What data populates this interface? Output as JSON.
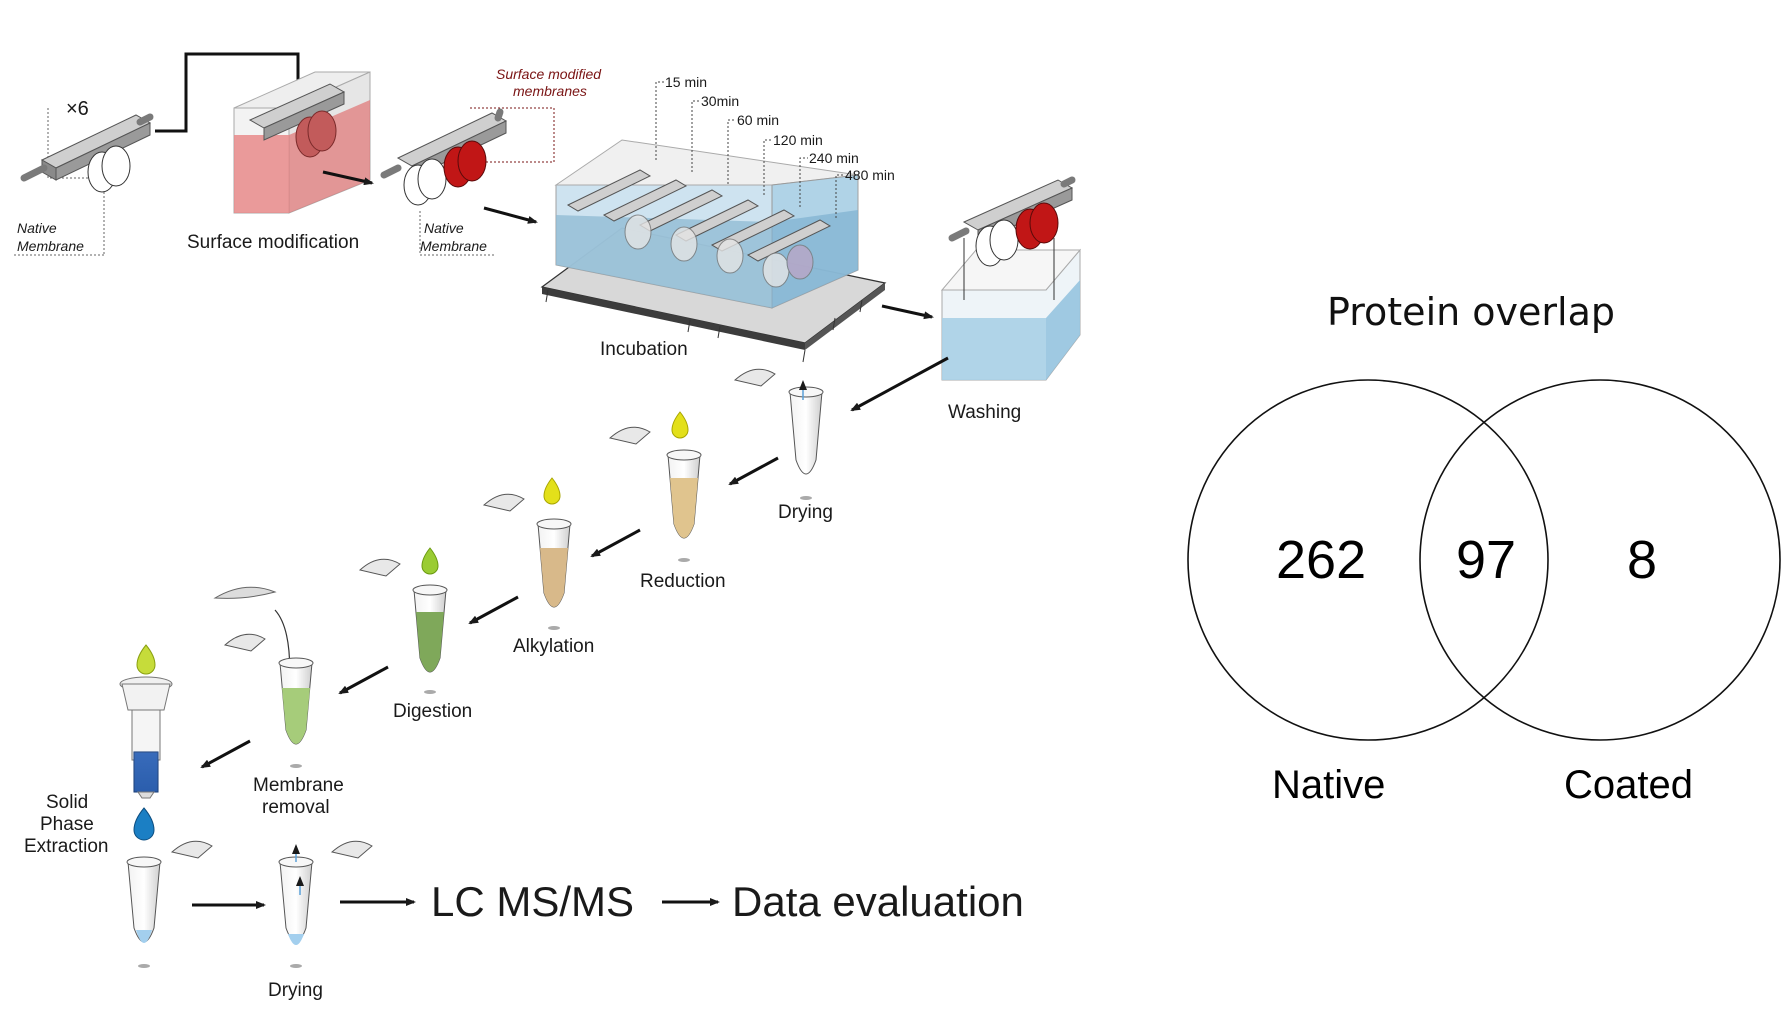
{
  "workflow": {
    "multiplier": "×6",
    "native_membrane_1": [
      "Native",
      "Membrane"
    ],
    "surface_modification": "Surface modification",
    "surface_modified_membranes": [
      "Surface modified",
      "membranes"
    ],
    "native_membrane_2": [
      "Native",
      "Membrane"
    ],
    "timepoints": [
      "15 min",
      "30min",
      "60 min",
      "120 min",
      "240 min",
      "480 min"
    ],
    "incubation": "Incubation",
    "washing": "Washing",
    "drying_1": "Drying",
    "reduction": "Reduction",
    "alkylation": "Alkylation",
    "digestion": "Digestion",
    "membrane_removal": [
      "Membrane",
      "removal"
    ],
    "spe": [
      "Solid",
      "Phase",
      "Extraction"
    ],
    "drying_2": "Drying",
    "lcms": "LC MS/MS",
    "data_evaluation": "Data evaluation"
  },
  "venn": {
    "title": "Protein overlap",
    "left_label": "Native",
    "right_label": "Coated",
    "left_only": "262",
    "overlap": "97",
    "right_only": "8"
  },
  "colors": {
    "red_bath": "#e88a8a",
    "blue_bath": "#8fc3e0",
    "membrane_red": "#c11616",
    "yellow_drop": "#e3e01a",
    "green_drop": "#9acc33",
    "blue_drop": "#1b7fc4"
  }
}
